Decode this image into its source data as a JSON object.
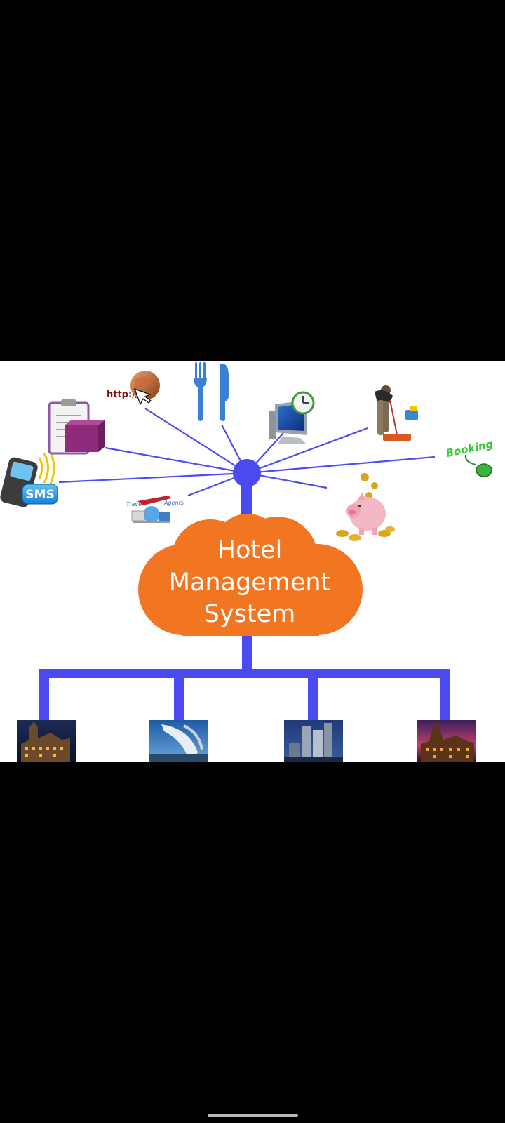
{
  "diagram": {
    "title_lines": [
      "Hotel",
      "Management",
      "System"
    ],
    "sms_label": "SMS",
    "http_label": "http://",
    "travel_label": "Travel",
    "agents_label": "Agents",
    "booking_label": "Booking",
    "colors": {
      "connector": "#4d4df2",
      "hub": "#4a4af0",
      "cloud": "#f27522",
      "cloud_text": "#ffffff",
      "background": "#ffffff"
    },
    "icons": [
      "sms-phone-icon",
      "clipboard-icon",
      "globe-web-icon",
      "travel-agents-icon",
      "fork-knife-icon",
      "computer-monitor-icon",
      "cleaning-person-icon",
      "piggy-bank-icon",
      "booking-mouse-icon"
    ],
    "hotels": [
      "hotel-photo-1",
      "hotel-photo-2",
      "hotel-photo-3",
      "hotel-photo-4"
    ]
  }
}
